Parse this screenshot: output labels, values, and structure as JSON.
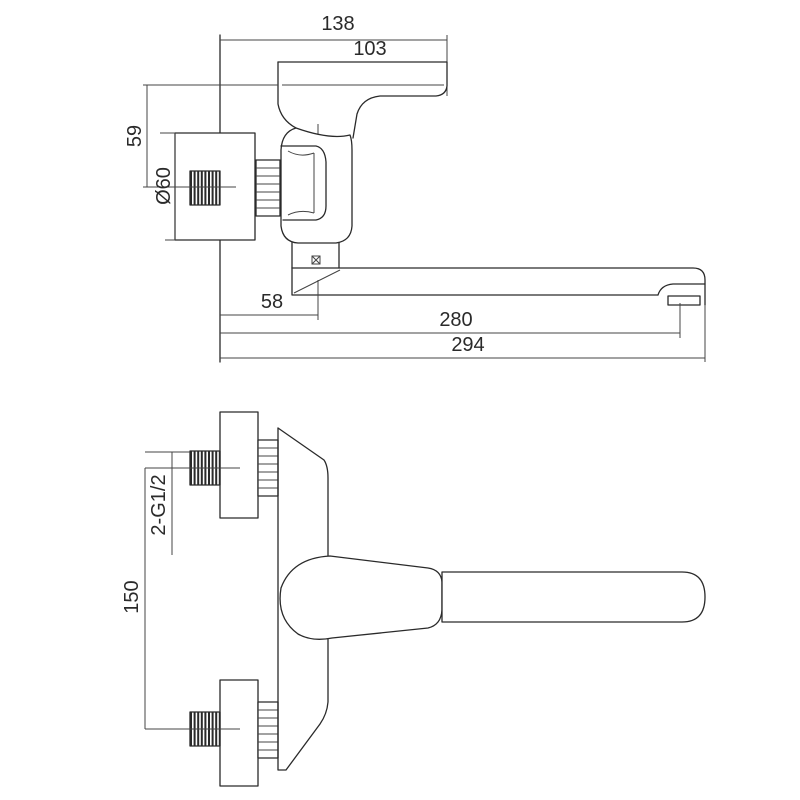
{
  "dimensions": {
    "d138": "138",
    "d103": "103",
    "d59": "59",
    "d60": "Ø60",
    "d58": "58",
    "d280": "280",
    "d294": "294",
    "thread": "2-G1/2",
    "d150": "150"
  }
}
